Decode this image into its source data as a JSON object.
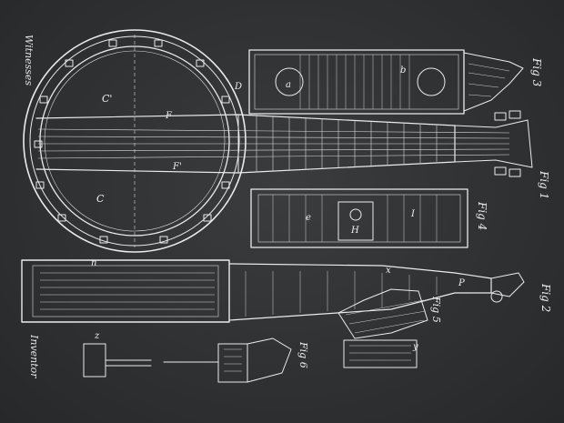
{
  "colors": {
    "background": "#2f3133",
    "ink": "#e9ecee"
  },
  "labels": {
    "witnesses": "Witnesses",
    "inventor": "Inventor",
    "fig1": "Fig 1",
    "fig2": "Fig 2",
    "fig3": "Fig 3",
    "fig4": "Fig 4",
    "fig5": "Fig 5",
    "fig6": "Fig 6",
    "letters": {
      "a": "a",
      "b": "b",
      "c": "C",
      "c2": "C'",
      "d": "D",
      "e": "e",
      "f": "F",
      "f2": "F'",
      "h": "H",
      "i": "I",
      "n": "n",
      "p": "P",
      "x": "x",
      "y": "y",
      "z": "z"
    }
  }
}
